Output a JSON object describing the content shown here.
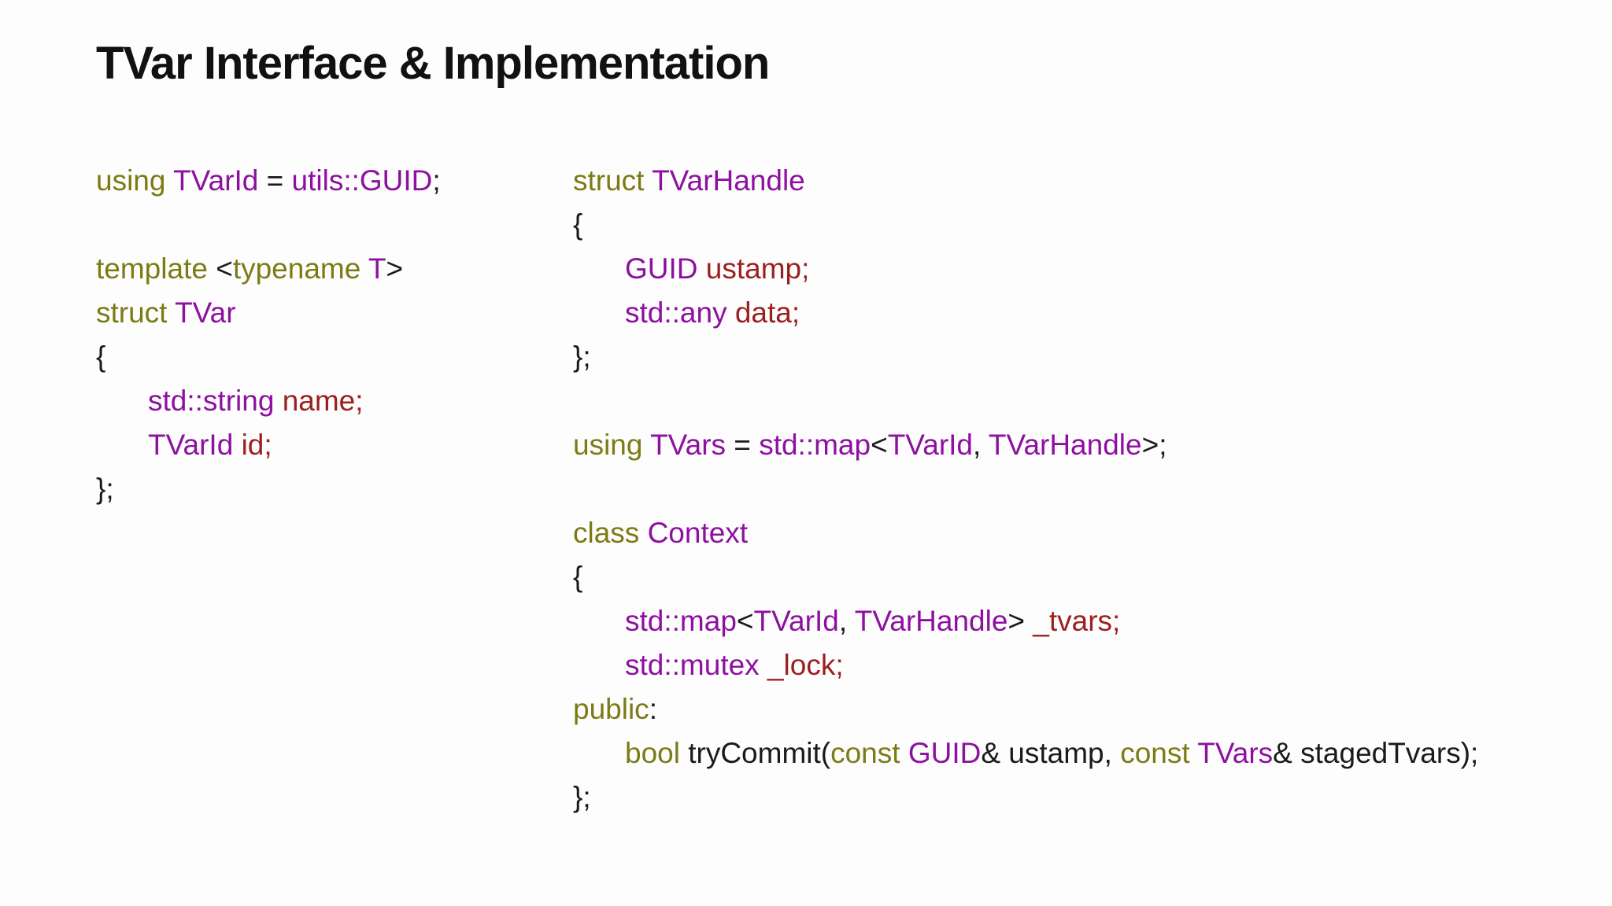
{
  "title": "TVar Interface & Implementation",
  "colors": {
    "background": "#fdfdfd",
    "title": "#111111",
    "keyword": "#7b7b15",
    "type": "#8d10a0",
    "member": "#9c1f1f",
    "plain": "#1a1a1a"
  },
  "code": {
    "left": {
      "lines": [
        {
          "ind": 0,
          "seg": [
            [
              "using ",
              "keyword"
            ],
            [
              "TVarId",
              "type"
            ],
            [
              " = ",
              "plain"
            ],
            [
              "utils::GUID",
              "type"
            ],
            [
              ";",
              "plain"
            ]
          ]
        },
        {
          "ind": 0,
          "seg": []
        },
        {
          "ind": 0,
          "seg": [
            [
              "template ",
              "keyword"
            ],
            [
              "<",
              "plain"
            ],
            [
              "typename ",
              "keyword"
            ],
            [
              "T",
              "type"
            ],
            [
              ">",
              "plain"
            ]
          ]
        },
        {
          "ind": 0,
          "seg": [
            [
              "struct ",
              "keyword"
            ],
            [
              "TVar",
              "type"
            ]
          ]
        },
        {
          "ind": 0,
          "seg": [
            [
              "{",
              "plain"
            ]
          ]
        },
        {
          "ind": 1,
          "seg": [
            [
              "std::string",
              "type"
            ],
            [
              " ",
              "plain"
            ],
            [
              "name;",
              "member"
            ]
          ]
        },
        {
          "ind": 1,
          "seg": [
            [
              "TVarId",
              "type"
            ],
            [
              " ",
              "plain"
            ],
            [
              "id;",
              "member"
            ]
          ]
        },
        {
          "ind": 0,
          "seg": [
            [
              "};",
              "plain"
            ]
          ]
        }
      ]
    },
    "right": {
      "lines": [
        {
          "ind": 0,
          "seg": [
            [
              "struct ",
              "keyword"
            ],
            [
              "TVarHandle",
              "type"
            ]
          ]
        },
        {
          "ind": 0,
          "seg": [
            [
              "{",
              "plain"
            ]
          ]
        },
        {
          "ind": 1,
          "seg": [
            [
              "GUID",
              "type"
            ],
            [
              " ",
              "plain"
            ],
            [
              "ustamp;",
              "member"
            ]
          ]
        },
        {
          "ind": 1,
          "seg": [
            [
              "std::any",
              "type"
            ],
            [
              " ",
              "plain"
            ],
            [
              "data;",
              "member"
            ]
          ]
        },
        {
          "ind": 0,
          "seg": [
            [
              "};",
              "plain"
            ]
          ]
        },
        {
          "ind": 0,
          "seg": []
        },
        {
          "ind": 0,
          "seg": [
            [
              "using ",
              "keyword"
            ],
            [
              "TVars",
              "type"
            ],
            [
              " = ",
              "plain"
            ],
            [
              "std::map",
              "type"
            ],
            [
              "<",
              "plain"
            ],
            [
              "TVarId",
              "type"
            ],
            [
              ", ",
              "plain"
            ],
            [
              "TVarHandle",
              "type"
            ],
            [
              ">;",
              "plain"
            ]
          ]
        },
        {
          "ind": 0,
          "seg": []
        },
        {
          "ind": 0,
          "seg": [
            [
              "class ",
              "keyword"
            ],
            [
              "Context",
              "type"
            ]
          ]
        },
        {
          "ind": 0,
          "seg": [
            [
              "{",
              "plain"
            ]
          ]
        },
        {
          "ind": 1,
          "seg": [
            [
              "std::map",
              "type"
            ],
            [
              "<",
              "plain"
            ],
            [
              "TVarId",
              "type"
            ],
            [
              ", ",
              "plain"
            ],
            [
              "TVarHandle",
              "type"
            ],
            [
              "> ",
              "plain"
            ],
            [
              "_tvars;",
              "member"
            ]
          ]
        },
        {
          "ind": 1,
          "seg": [
            [
              "std::mutex",
              "type"
            ],
            [
              " ",
              "plain"
            ],
            [
              "_lock;",
              "member"
            ]
          ]
        },
        {
          "ind": 0,
          "seg": [
            [
              "public",
              "keyword"
            ],
            [
              ":",
              "plain"
            ]
          ]
        },
        {
          "ind": 1,
          "seg": [
            [
              "bool",
              "keyword"
            ],
            [
              " tryCommit(",
              "plain"
            ],
            [
              "const ",
              "keyword"
            ],
            [
              "GUID",
              "type"
            ],
            [
              "& ustamp, ",
              "plain"
            ],
            [
              "const ",
              "keyword"
            ],
            [
              "TVars",
              "type"
            ],
            [
              "& stagedTvars);",
              "plain"
            ]
          ]
        },
        {
          "ind": 0,
          "seg": [
            [
              "};",
              "plain"
            ]
          ]
        }
      ]
    }
  }
}
